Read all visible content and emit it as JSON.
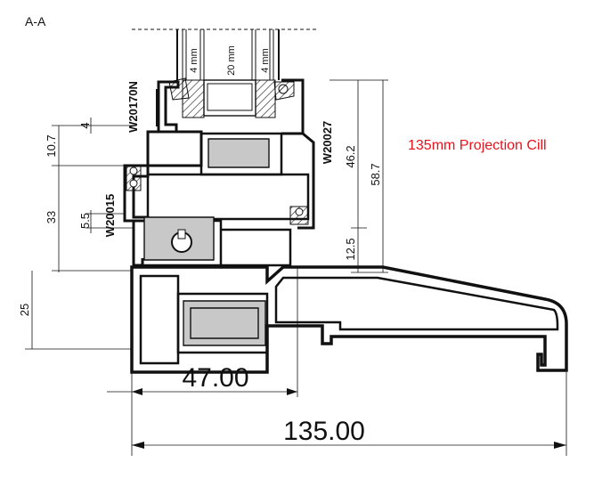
{
  "section_label": "A-A",
  "annotation": "135mm Projection Cill",
  "profiles": {
    "w20170n": "W20170N",
    "w20027": "W20027",
    "w20015": "W20015"
  },
  "glass": {
    "pane_outer": "4 mm",
    "cavity": "20 mm",
    "pane_inner": "4 mm"
  },
  "dimensions": {
    "d_4": "4",
    "d_10_7": "10.7",
    "d_33": "33",
    "d_5_5": "5.5",
    "d_25": "25",
    "d_46_2": "46.2",
    "d_58_7": "58.7",
    "d_12_5": "12.5",
    "width_47": "47.00",
    "width_135": "135.00"
  },
  "colors": {
    "profile": "#111111",
    "thermal_break": "#c8c8c8",
    "annotation": "#e8121b"
  }
}
